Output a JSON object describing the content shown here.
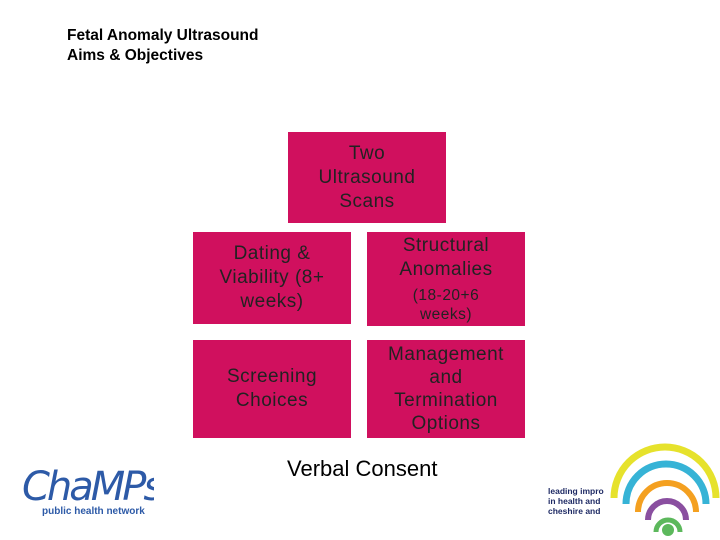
{
  "title": {
    "line1": "Fetal Anomaly Ultrasound",
    "line2": "Aims & Objectives"
  },
  "colors": {
    "box_fill": "#d0105e",
    "box_text": "#222222",
    "logo_blue": "#2d5aa7"
  },
  "diagram": {
    "top": {
      "lines": [
        "Two",
        "Ultrasound",
        "Scans"
      ]
    },
    "dating": {
      "lines": [
        "Dating &",
        "Viability (8+",
        "weeks)"
      ]
    },
    "structural": {
      "lines": [
        "Structural",
        "Anomalies"
      ],
      "sub": [
        "(18-20+6",
        "weeks)"
      ]
    },
    "screening": {
      "lines": [
        "Screening",
        "Choices"
      ]
    },
    "management": {
      "lines": [
        "Management",
        "and",
        "Termination",
        "Options"
      ]
    },
    "consent": "Verbal Consent"
  },
  "logos": {
    "champs": {
      "wordmark": "ChaMPs",
      "tagline": "public health network"
    },
    "right": {
      "lines": [
        "leading impro",
        "in health and",
        "cheshire and"
      ]
    }
  }
}
